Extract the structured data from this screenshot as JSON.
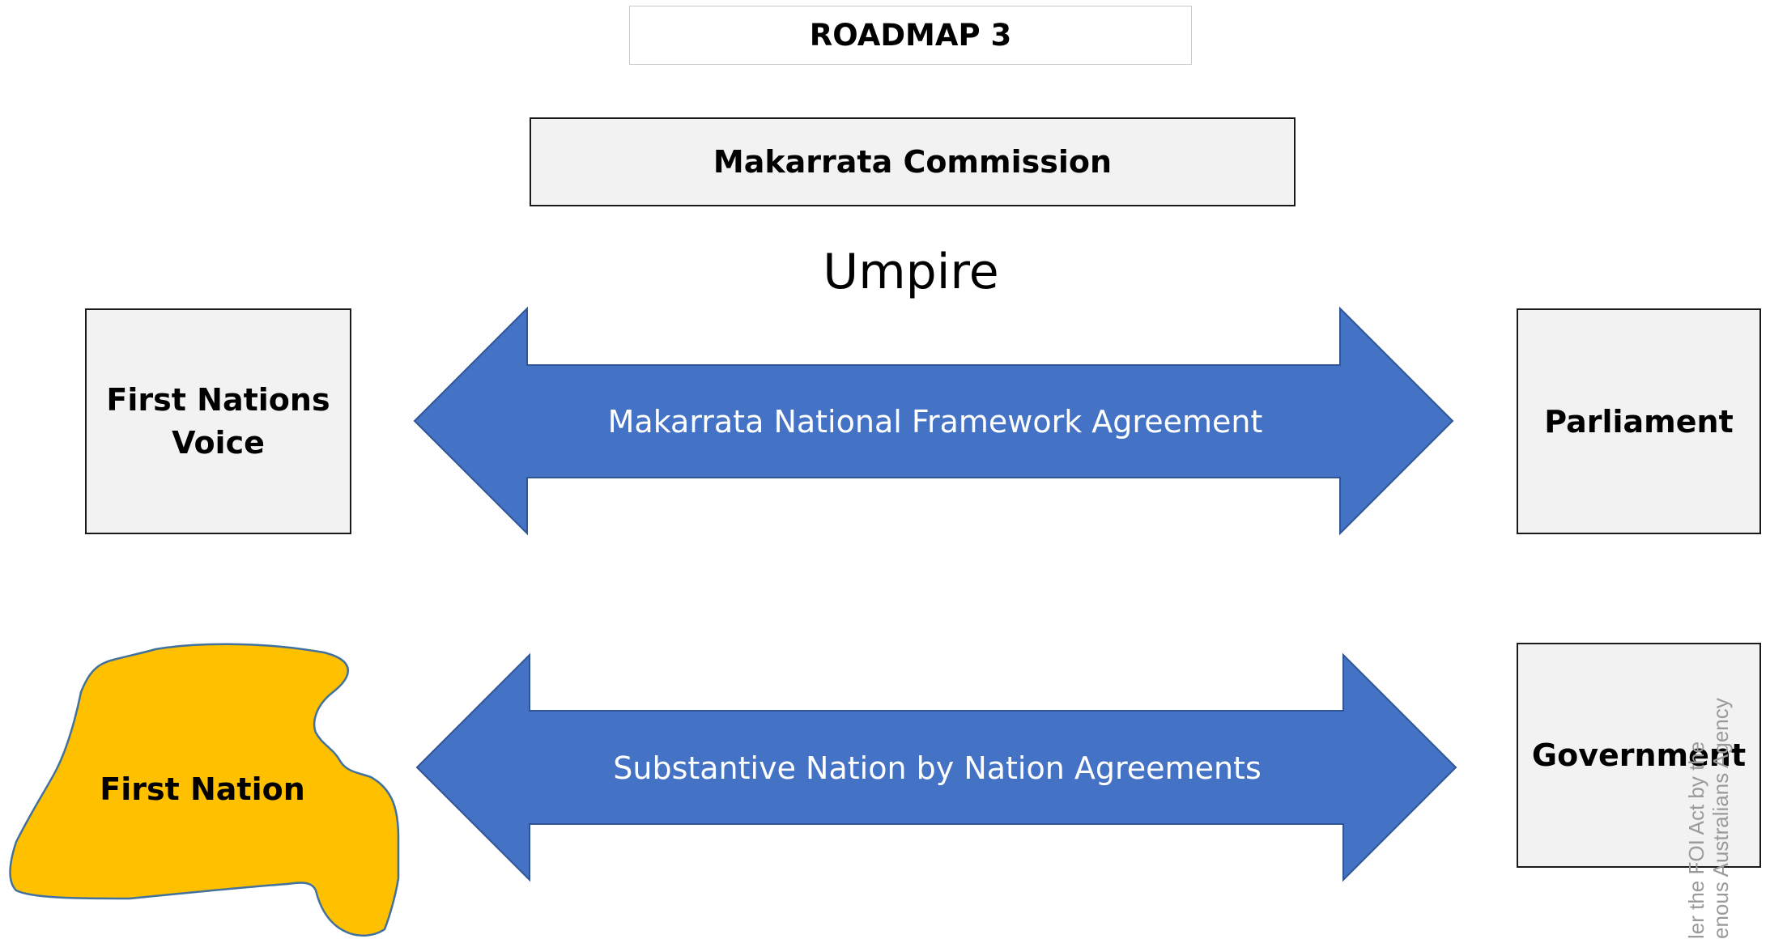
{
  "title": "ROADMAP 3",
  "commission": "Makarrata Commission",
  "umpire": "Umpire",
  "left_top_box": [
    "First Nations",
    "Voice"
  ],
  "right_top_box": "Parliament",
  "right_bottom_box": "Government",
  "first_nation_label": "First Nation",
  "arrows": [
    {
      "label": "Makarrata National Framework Agreement"
    },
    {
      "label": "Substantive Nation by Nation Agreements"
    }
  ],
  "watermark": [
    "ler the FOI Act by the",
    "enous Australians Agency"
  ],
  "colors": {
    "arrow_fill": "#4472c4",
    "arrow_stroke": "#2f5597",
    "first_nation_fill": "#ffc000",
    "first_nation_stroke": "#41719c",
    "box_fill": "#f2f2f2"
  }
}
